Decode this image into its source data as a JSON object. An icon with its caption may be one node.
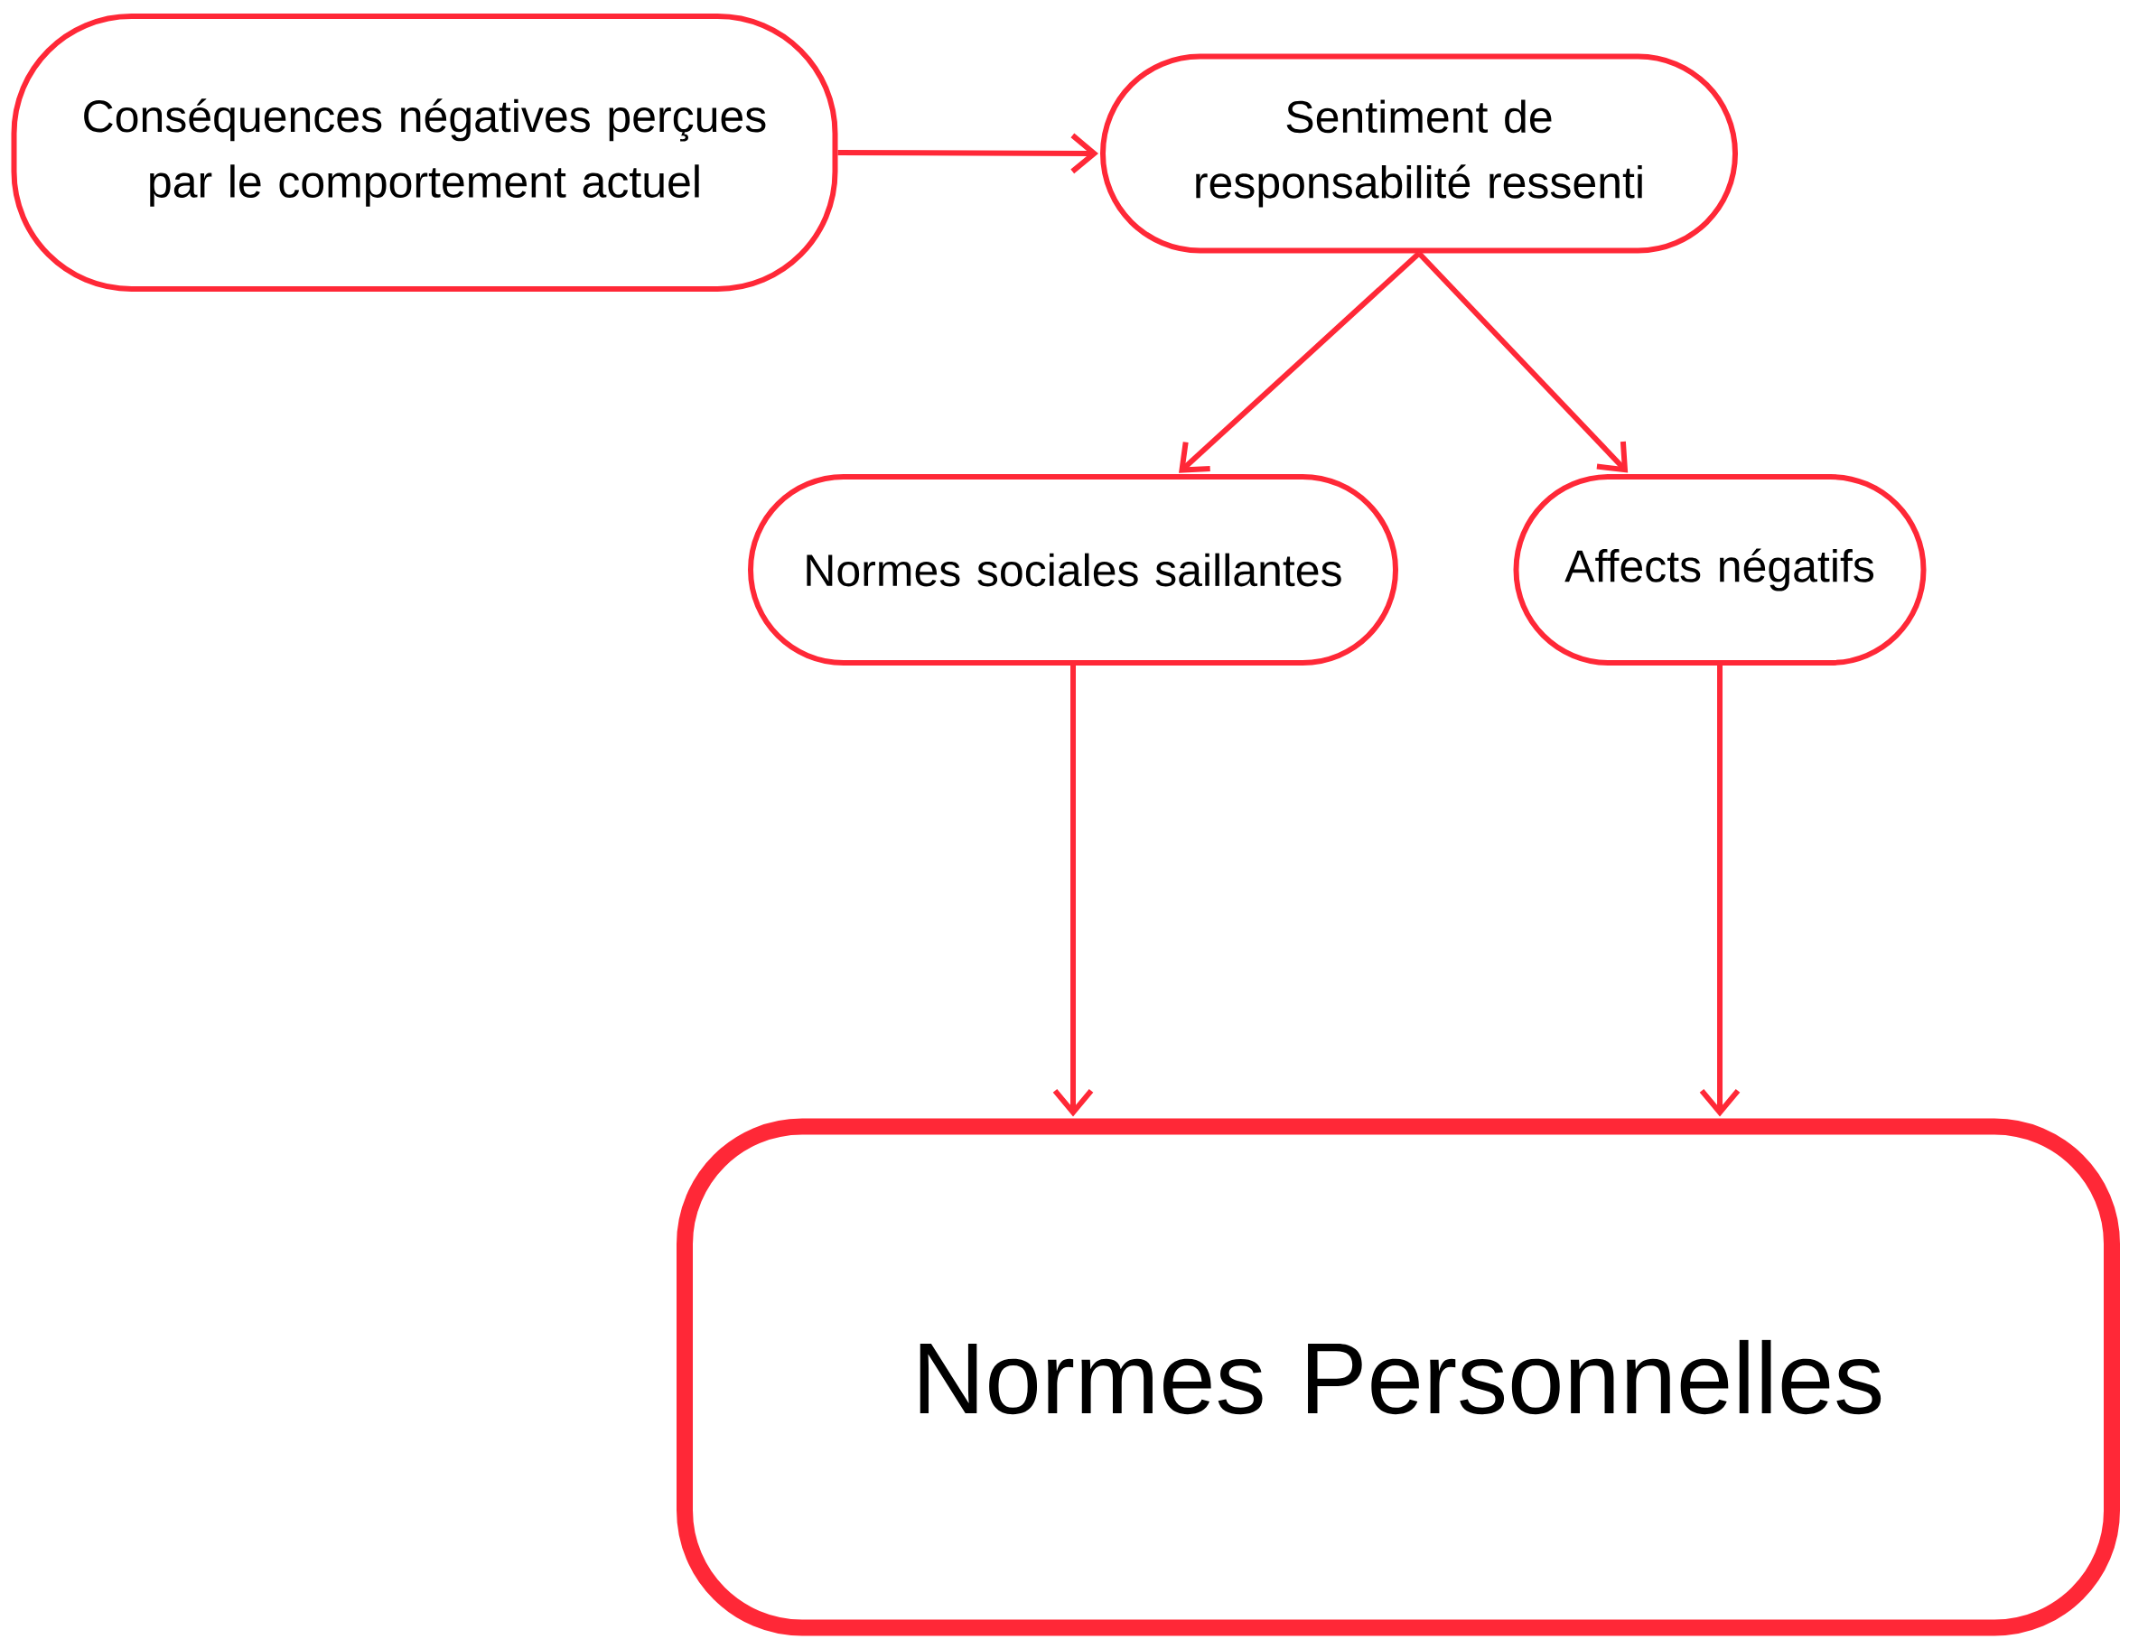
{
  "diagram": {
    "nodes": [
      {
        "text": [
          "Conséquences négatives perçues par le comportement actuel"
        ]
      },
      {
        "text": [
          "Sentiment de responsabilité ressenti"
        ]
      },
      {
        "text": [
          "Normes sociales saillantes"
        ]
      },
      {
        "text": [
          "Affects négatifs"
        ]
      },
      {
        "text": [
          "Normes Personnelles"
        ]
      }
    ],
    "edges": [
      {
        "from": 0,
        "to": 1,
        "arrow": "to"
      },
      {
        "from": 1,
        "to": 2,
        "arrow": "to"
      },
      {
        "from": 1,
        "to": 3,
        "arrow": "to"
      },
      {
        "from": 2,
        "to": 4,
        "arrow": "to"
      },
      {
        "from": 3,
        "to": 4,
        "arrow": "to"
      }
    ]
  }
}
